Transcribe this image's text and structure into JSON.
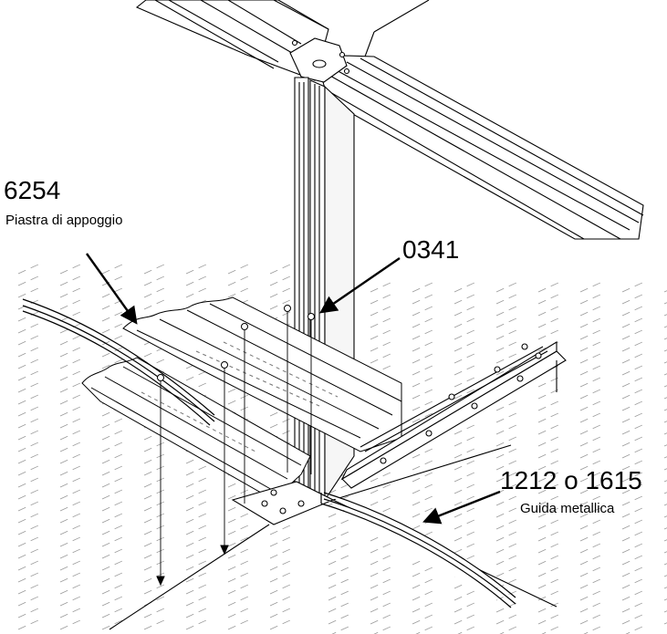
{
  "callouts": [
    {
      "code": "6254",
      "description": "Piastra di appoggio"
    },
    {
      "code": "0341",
      "description": ""
    },
    {
      "code": "1212 o 1615",
      "description": "Guida metallica"
    }
  ],
  "colors": {
    "line": "#000000",
    "hatch": "#9a9a9a",
    "fill": "#ffffff",
    "fill_shade": "#eeeeee"
  },
  "icons": [
    "arrow-icon",
    "screw-icon"
  ]
}
